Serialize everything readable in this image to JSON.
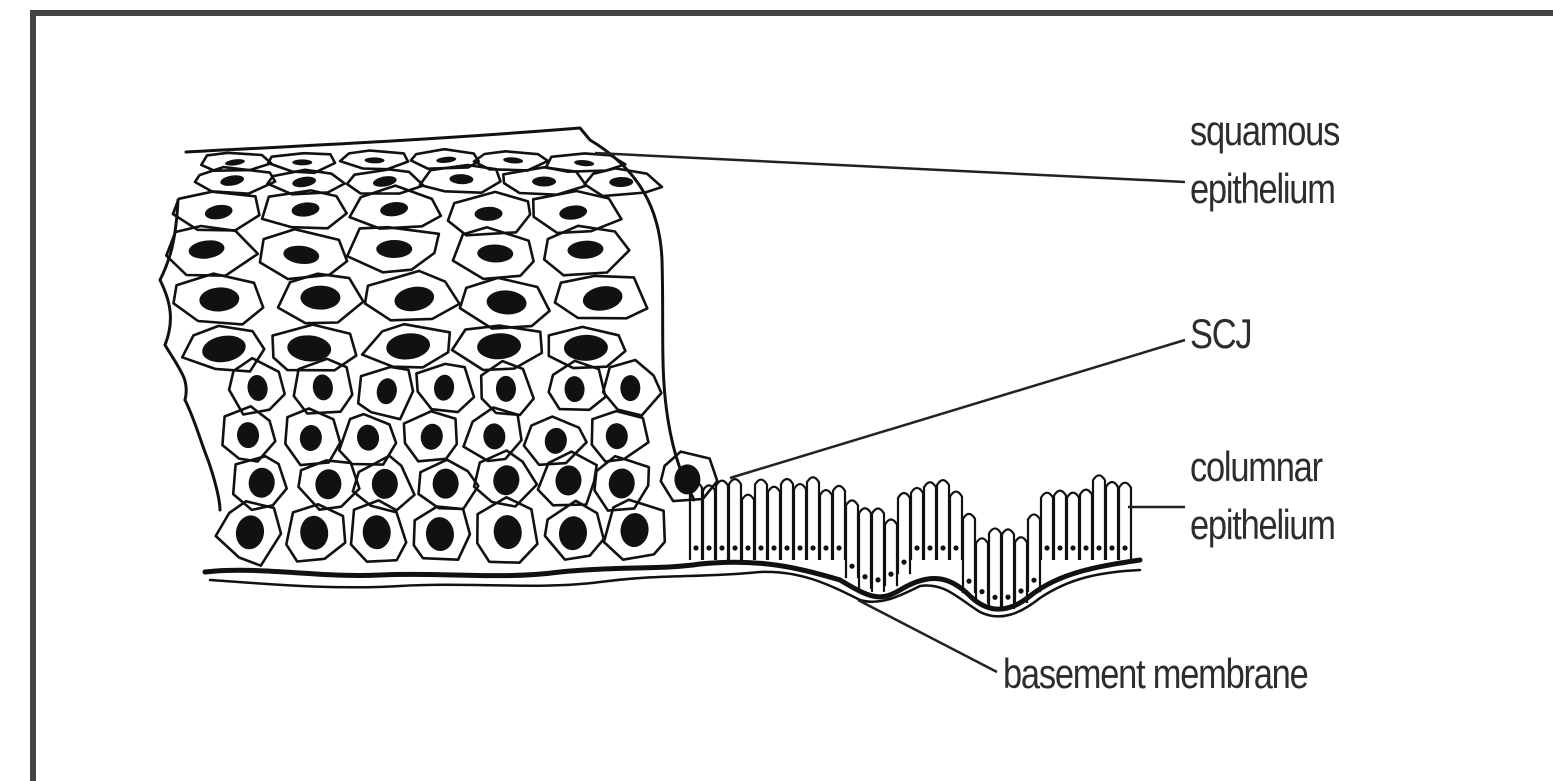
{
  "figure": {
    "labels": {
      "squamous": [
        "squamous",
        "epithelium"
      ],
      "scj": "SCJ",
      "columnar": [
        "columnar",
        "epithelium"
      ],
      "basement": "basement membrane"
    }
  }
}
